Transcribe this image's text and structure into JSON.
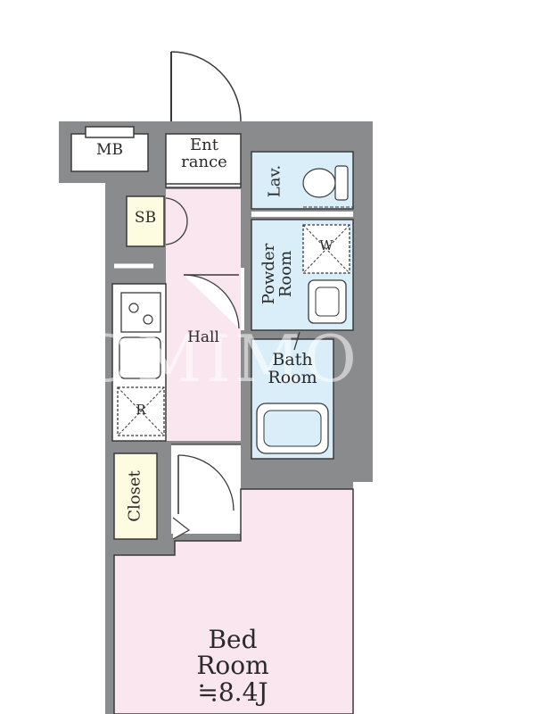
{
  "rooms": {
    "mb": "MB",
    "entrance_line1": "Ent",
    "entrance_line2": "rance",
    "sb": "SB",
    "lav": "Lav.",
    "powder_line1": "Powder",
    "powder_line2": "Room",
    "w": "W",
    "hall": "Hall",
    "bath_line1": "Bath",
    "bath_line2": "Room",
    "r": "R",
    "closet": "Closet",
    "bed_line1": "Bed",
    "bed_line2": "Room",
    "bed_size": "≒8.4J"
  },
  "watermark": "OMIMO",
  "colors": {
    "wall": "#8a8b8d",
    "room_pink": "#f9e6ee",
    "wet_blue": "#d9eef8",
    "storage_yellow": "#fdfbe0",
    "line": "#3a3a3a"
  }
}
